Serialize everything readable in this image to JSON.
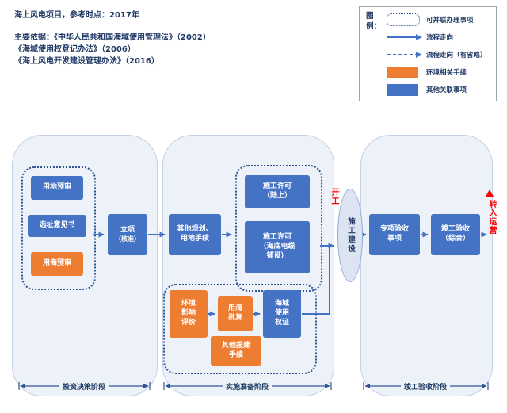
{
  "title": "海上风电项目，参考时点：2017年",
  "basis": {
    "line1": "主要依据：《中华人民共和国海域使用管理法》（2002）",
    "line2": "《海域使用权登记办法》（2006）",
    "line3": "《海上风电开发建设管理办法》（2016）"
  },
  "legend": {
    "title": "图\n例：",
    "items": [
      {
        "icon": "dotted-box",
        "label": "可并联办理事项"
      },
      {
        "icon": "solid-arrow",
        "label": "流程走向"
      },
      {
        "icon": "dashed-arrow",
        "label": "流程走向（有省略）"
      },
      {
        "icon": "orange-box",
        "label": "环境相关手续"
      },
      {
        "icon": "blue-box",
        "label": "其他关联事项"
      }
    ]
  },
  "phases": {
    "p1": "投资决策阶段",
    "p2": "实施准备阶段",
    "p3": "竣工验收阶段"
  },
  "nodes": {
    "land_preapproval": "用地预审",
    "site_opinion": "选址意见书",
    "sea_preapproval": "用海预审",
    "project_approval_main": "立项",
    "project_approval_sub": "（核准）",
    "other_planning": "其他规划、\n用地手续",
    "construction_permit_land": "施工许可\n（陆上）",
    "construction_permit_cable": "施工许可\n（海底电缆\n铺设）",
    "eia": "环境\n影响\n评价",
    "sea_use_reply": "用海\n批复",
    "sea_use_right": "海域\n使用\n权证",
    "other_filing": "其他报建\n手续",
    "start_construction": "开工",
    "construction": "施工建设",
    "special_acceptance": "专项验收\n事项",
    "completion_acceptance": "竣工验收\n（综合）",
    "to_operation": "转入运营"
  },
  "colors": {
    "navy_text": "#1F3864",
    "blue_box": "#4472C4",
    "orange_box": "#ED7D31",
    "phase_fill": "#EDF1F8",
    "dotted_border": "#2F5597",
    "red_accent": "#FF0000",
    "ellipse_fill": "#DCE4F2"
  }
}
